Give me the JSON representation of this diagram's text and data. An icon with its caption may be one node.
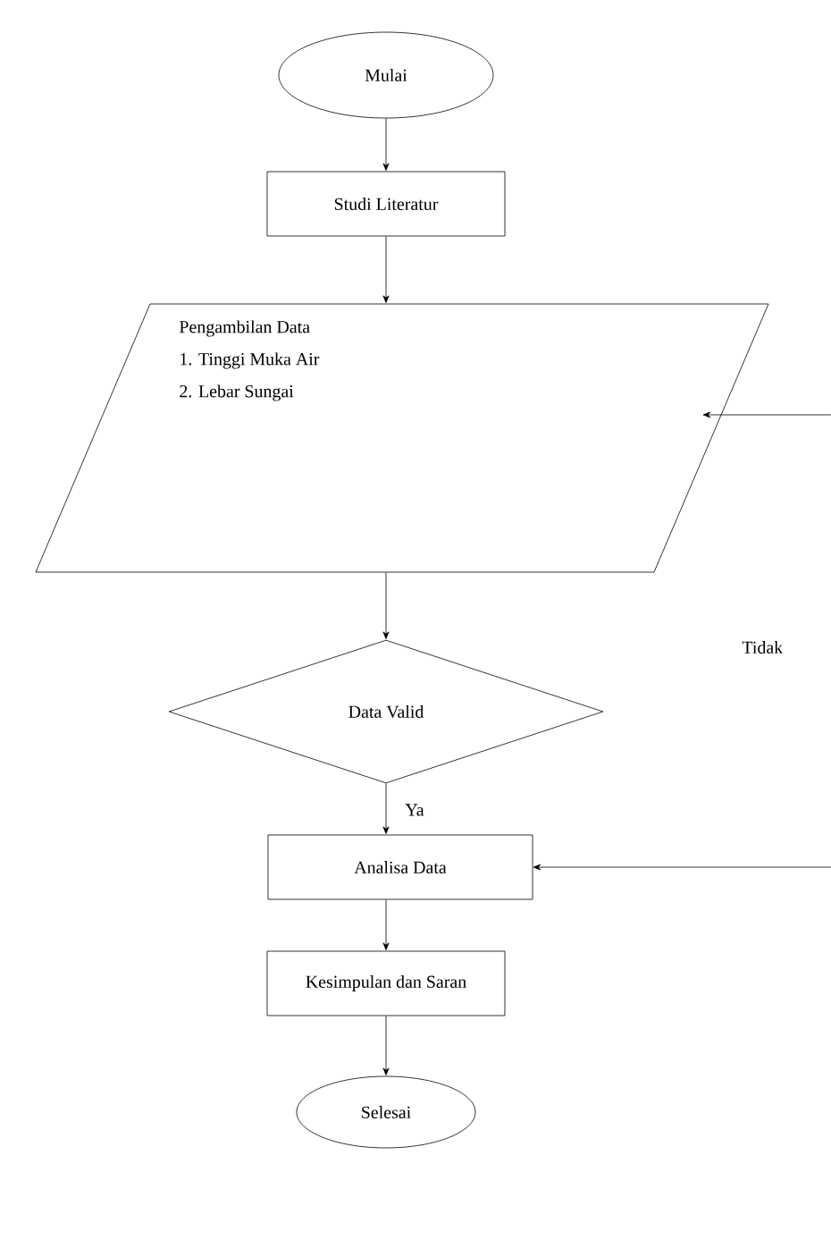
{
  "diagram": {
    "nodes": [
      {
        "text": [
          "Mulai"
        ]
      },
      {
        "text": [
          "Studi Literatur"
        ]
      },
      {
        "text": [
          "Pengambilan Data",
          "1. Tinggi Muka Air",
          "2. Lebar Sungai"
        ]
      },
      {
        "text": [
          "Data Valid"
        ]
      },
      {
        "text": [
          "Analisa Data"
        ]
      },
      {
        "text": [
          "Kesimpulan dan Saran"
        ]
      },
      {
        "text": [
          "Selesai"
        ]
      }
    ],
    "edges": [
      {
        "from": 0,
        "to": 1,
        "arrow": "to"
      },
      {
        "from": 1,
        "to": 2,
        "arrow": "to"
      },
      {
        "from": 2,
        "to": 3,
        "arrow": "to"
      },
      {
        "from": 3,
        "to": 4,
        "arrow": "to",
        "label": "Ya"
      },
      {
        "from": 4,
        "to": 5,
        "arrow": "to"
      },
      {
        "from": 5,
        "to": 6,
        "arrow": "to"
      },
      {
        "from": null,
        "to": 2,
        "arrow": "to"
      },
      {
        "from": null,
        "to": 4,
        "arrow": "to"
      }
    ],
    "labels": [
      "Tidak"
    ]
  }
}
